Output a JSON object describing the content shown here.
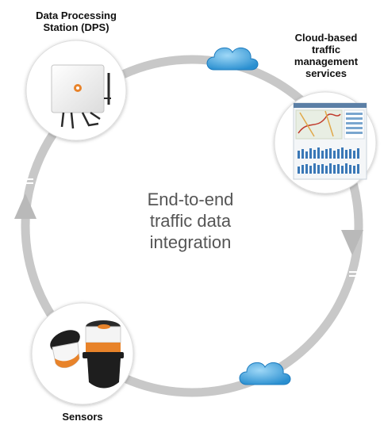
{
  "nodes": {
    "dps": {
      "title_lines": [
        "Data Processing",
        "Station (DPS)"
      ]
    },
    "cloud_services": {
      "title_lines": [
        "Cloud-based",
        "traffic",
        "management",
        "services"
      ]
    },
    "sensors": {
      "title": "Sensors"
    }
  },
  "center": {
    "lines": [
      "End-to-end",
      "traffic data",
      "integration"
    ]
  },
  "colors": {
    "ring": "#c8c8c8",
    "arrow": "#b9b9b9",
    "cloud": "#3fa2dd",
    "device_body": "#eeeeee",
    "accent_orange": "#e8832a",
    "sensor_dark": "#1e1e1e"
  },
  "icons": [
    "cloud-icon",
    "dps-device-icon",
    "dashboard-screenshot-icon",
    "sensor-device-icon"
  ]
}
